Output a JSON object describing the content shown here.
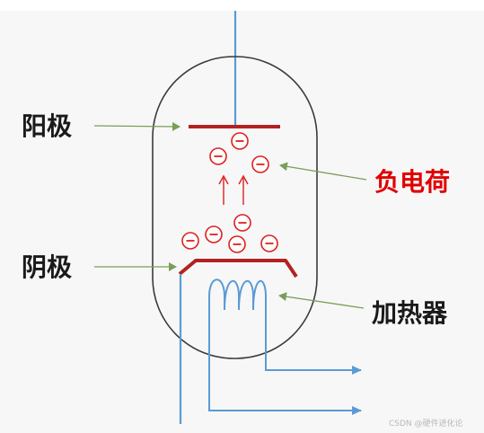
{
  "labels": {
    "anode": "阳极",
    "negative_charge": "负电荷",
    "cathode": "阴极",
    "heater": "加热器"
  },
  "electron_symbol": "⊖",
  "watermark": "CSDN @硬件进化论",
  "colors": {
    "background": "#f7f7f7",
    "tube_outline": "#3a3a3a",
    "wire": "#5b9bd5",
    "electrode": "#b22222",
    "electron": "#e02020",
    "pointer_arrow": "#7a9e5a",
    "label_black": "#1a1a1a",
    "label_red": "#e00000"
  }
}
